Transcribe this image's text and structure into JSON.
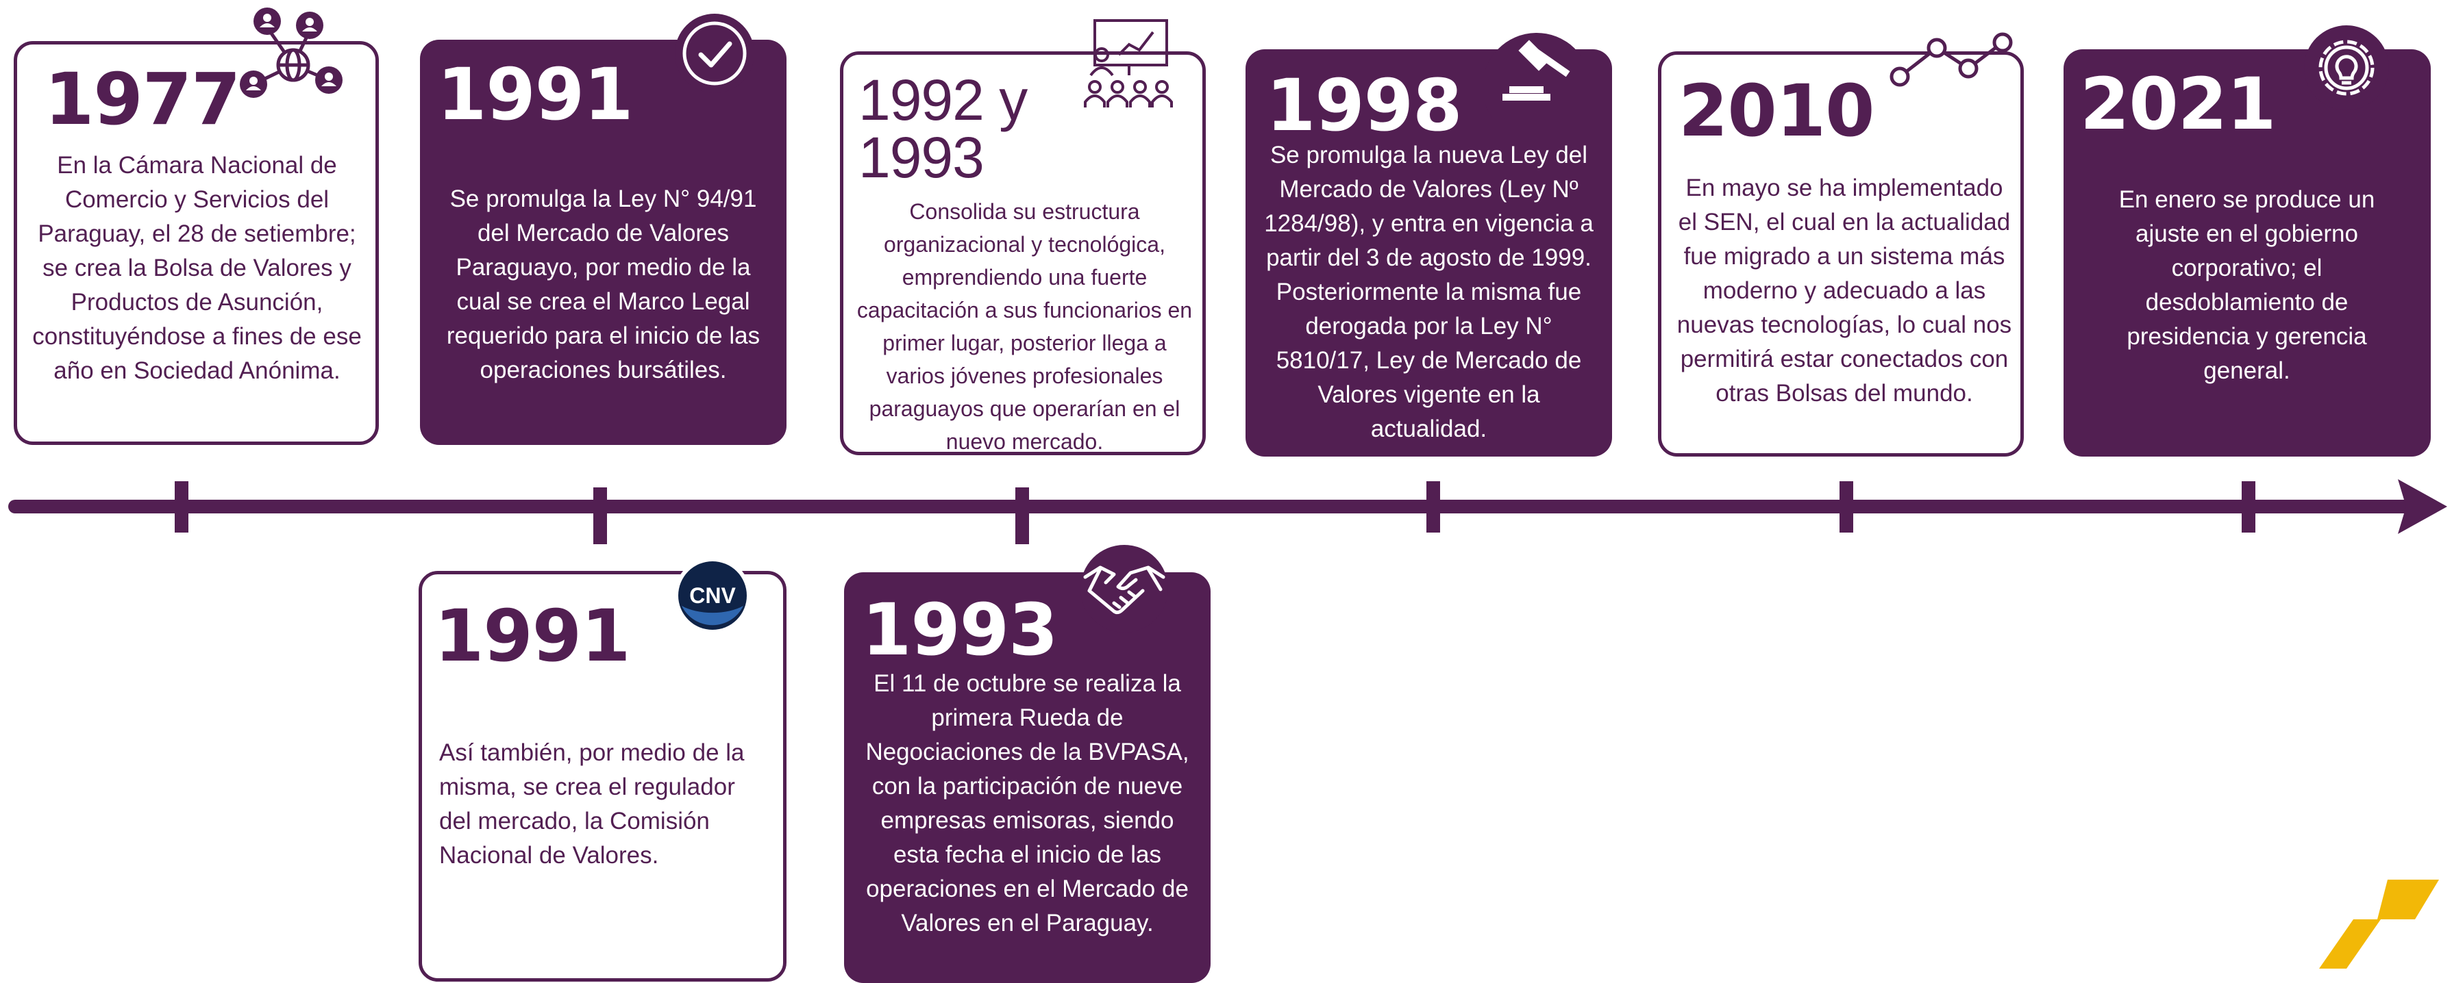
{
  "colors": {
    "primary": "#521f52",
    "accent": "#f2b807",
    "white": "#ffffff"
  },
  "events": [
    {
      "year": "1977",
      "style": "outline",
      "icon": "network-people-icon",
      "description": "En la Cámara Nacional de Comercio y Servicios del Paraguay, el 28 de setiembre; se crea la Bolsa de Valores y Productos de Asunción, constituyéndose a fines de ese año en Sociedad Anónima."
    },
    {
      "year": "1991",
      "style": "filled",
      "icon": "check-circle-icon",
      "description": "Se promulga la Ley N° 94/91 del Mercado de Valores Paraguayo, por medio de la cual se crea el Marco Legal requerido para el inicio de las operaciones bursátiles."
    },
    {
      "year": "1992 y 1993",
      "style": "outline",
      "icon": "presentation-icon",
      "description": "Consolida su estructura organizacional y tecnológica, emprendiendo una fuerte capacitación a sus funcionarios en primer lugar, posterior llega a varios jóvenes profesionales paraguayos que operarían en el nuevo mercado."
    },
    {
      "year": "1998",
      "style": "filled",
      "icon": "gavel-icon",
      "description": "Se promulga la nueva Ley del Mercado de Valores (Ley Nº 1284/98), y entra en vigencia a partir del 3 de agosto de 1999. Posteriormente la misma fue derogada por la Ley N° 5810/17, Ley de Mercado de Valores vigente en la actualidad."
    },
    {
      "year": "2010",
      "style": "outline",
      "icon": "line-graph-icon",
      "description": "En mayo se ha implementado el SEN, el cual en la actualidad fue migrado a un sistema más moderno y adecuado a las nuevas tecnologías, lo cual nos permitirá estar conectados con otras Bolsas del mundo."
    },
    {
      "year": "2021",
      "style": "filled",
      "icon": "lightbulb-gear-icon",
      "description": "En enero se produce un ajuste en el gobierno corporativo; el desdoblamiento de presidencia y gerencia general."
    },
    {
      "year": "1991",
      "style": "outline",
      "icon": "cnv-logo-icon",
      "logo_text": "CNV",
      "description": "Así también, por medio de la misma, se crea el regulador del mercado, la Comisión Nacional de Valores."
    },
    {
      "year": "1993",
      "style": "filled",
      "icon": "handshake-icon",
      "description": "El 11 de octubre se realiza la primera Rueda de Negociaciones de la BVPASA, con la participación de nueve empresas emisoras, siendo esta fecha el inicio de las operaciones en el Mercado de Valores en el Paraguay."
    }
  ]
}
